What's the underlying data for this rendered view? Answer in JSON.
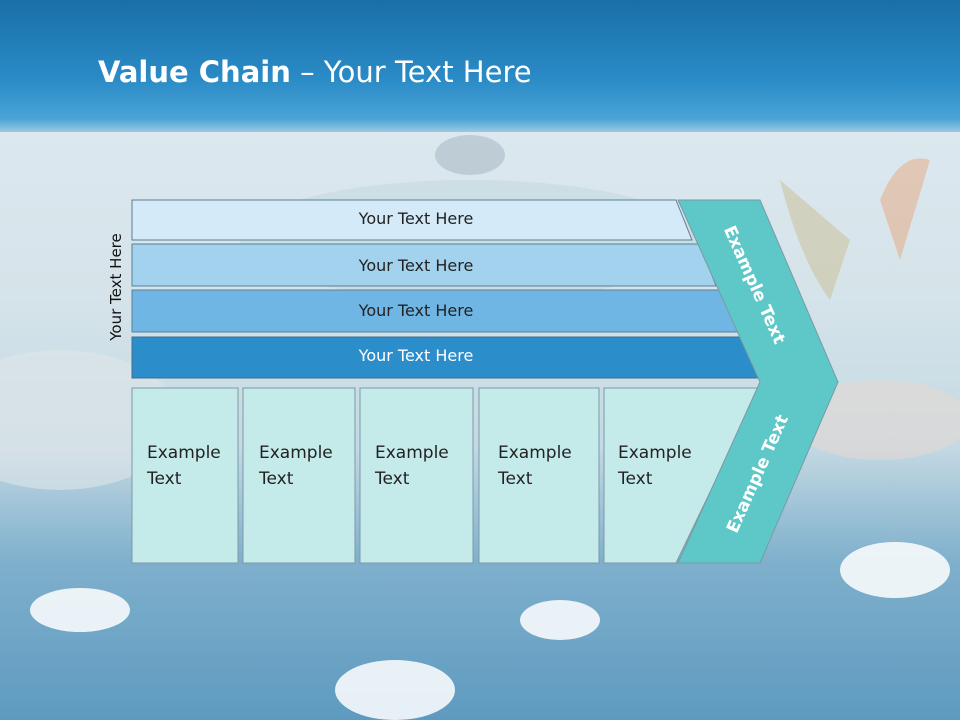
{
  "title": {
    "bold": "Value Chain",
    "rest": " – Your Text Here"
  },
  "side_label": "Your Text Here",
  "bars": [
    {
      "label": "Your Text Here",
      "color": "#d4eaf8"
    },
    {
      "label": "Your Text Here",
      "color": "#a3d2ef"
    },
    {
      "label": "Your Text Here",
      "color": "#6fb6e4"
    },
    {
      "label": "Your Text Here",
      "color": "#2b8ecb"
    }
  ],
  "boxes": [
    {
      "line1": "Example",
      "line2": "Text"
    },
    {
      "line1": "Example",
      "line2": "Text"
    },
    {
      "line1": "Example",
      "line2": "Text"
    },
    {
      "line1": "Example",
      "line2": "Text"
    },
    {
      "line1": "Example",
      "line2": "Text"
    }
  ],
  "arrow": {
    "upper": "Example Text",
    "lower": "Example Text",
    "color": "#5ec7c8"
  },
  "box_color": "#c5eaea",
  "header_color": "#1f7bb8"
}
